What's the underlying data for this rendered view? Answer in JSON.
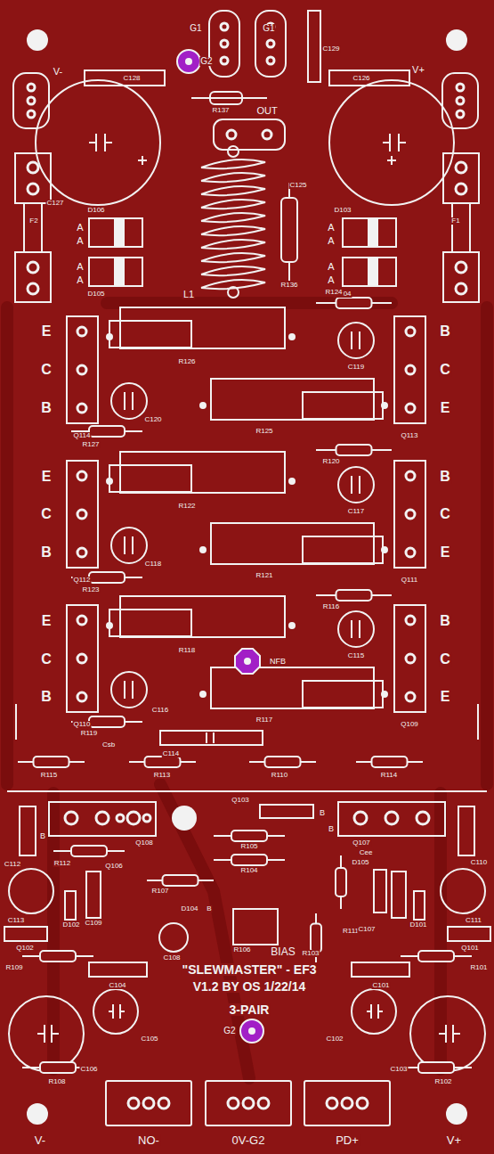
{
  "diagram": {
    "nodes": [
      {
        "text": [
          "NO-"
        ]
      },
      {
        "text": [
          "0V-G2"
        ]
      },
      {
        "text": [
          "PD+"
        ]
      }
    ],
    "labels": [
      "G1",
      "G1",
      "C129",
      "V-",
      "C128",
      "G2",
      "C126",
      "V+",
      "R137",
      "OUT",
      "F2",
      "F1",
      "C127",
      "C125",
      "D106",
      "D105",
      "D103",
      "D104",
      "A",
      "A",
      "A",
      "A",
      "A",
      "A",
      "A",
      "A",
      "L1",
      "R136",
      "R124",
      "E",
      "C",
      "B",
      "B",
      "C",
      "E",
      "R126",
      "C119",
      "C120",
      "Q114",
      "R127",
      "Q113",
      "R125",
      "R120",
      "E",
      "C",
      "B",
      "B",
      "C",
      "E",
      "R122",
      "C117",
      "C118",
      "Q112",
      "R123",
      "Q111",
      "R121",
      "R116",
      "E",
      "C",
      "B",
      "B",
      "C",
      "E",
      "R118",
      "NFB",
      "C115",
      "C116",
      "Q110",
      "R119",
      "Q109",
      "R117",
      "Csb",
      "C114",
      "R115",
      "R113",
      "R110",
      "R114",
      "Q103",
      "B",
      "B",
      "Q108",
      "B",
      "Q107",
      "R105",
      "Cee",
      "R112",
      "R104",
      "C112",
      "C110",
      "Q106",
      "D105",
      "R107",
      "D104",
      "B",
      "R111",
      "C113",
      "C109",
      "C111",
      "C107",
      "Q102",
      "D102",
      "D101",
      "Q101",
      "R106",
      "BIAS",
      "R103",
      "C108",
      "R109",
      "C104",
      "C101",
      "R101",
      "\"SLEWMASTER\" - EF3",
      "V1.2  BY OS 1/22/14",
      "3-PAIR",
      "G2",
      "C106",
      "C105",
      "C102",
      "C103",
      "R108",
      "R102",
      "V-",
      "V+"
    ]
  }
}
